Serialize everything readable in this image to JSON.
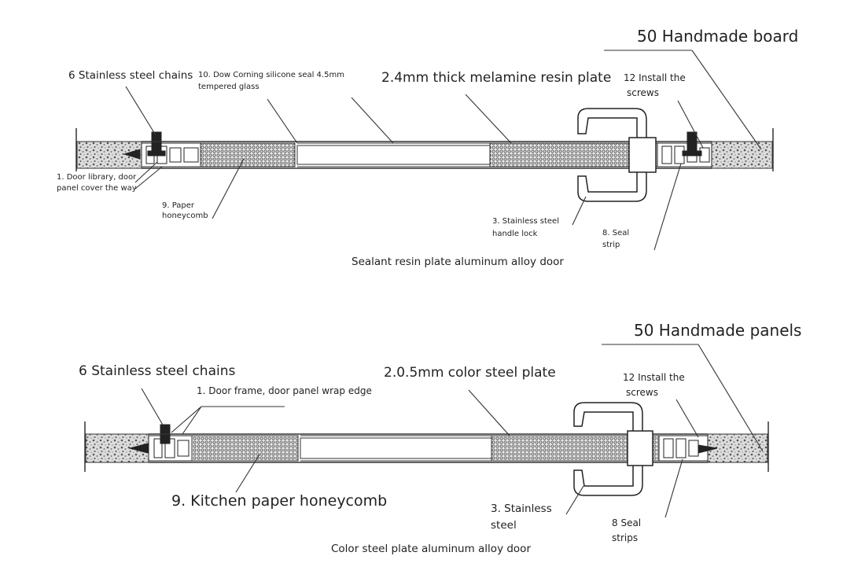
{
  "top": {
    "title": "50 Handmade board",
    "chains": "6 Stainless steel chains",
    "silicone_l1": "10. Dow Corning silicone seal 4.5mm",
    "silicone_l2": "tempered glass",
    "plate": "2.4mm thick melamine resin plate",
    "screws_l1": "12 Install the",
    "screws_l2": "screws",
    "frame_l1": "1. Door library, door",
    "frame_l2": "panel cover the way",
    "honey_l1": "9. Paper",
    "honey_l2": "honeycomb",
    "handle_l1": "3. Stainless steel",
    "handle_l2": "handle lock",
    "seal_l1": "8. Seal",
    "seal_l2": "strip",
    "caption": "Sealant resin plate aluminum alloy door"
  },
  "bottom": {
    "title": "50 Handmade panels",
    "chains": "6 Stainless steel chains",
    "frame": "1. Door frame, door panel wrap edge",
    "plate": "2.0.5mm color steel plate",
    "screws_l1": "12 Install the",
    "screws_l2": "screws",
    "honey": "9. Kitchen paper honeycomb",
    "steel_l1": "3. Stainless",
    "steel_l2": "steel",
    "seal_l1": "8 Seal",
    "seal_l2": "strips",
    "caption": "Color steel plate aluminum alloy door"
  }
}
